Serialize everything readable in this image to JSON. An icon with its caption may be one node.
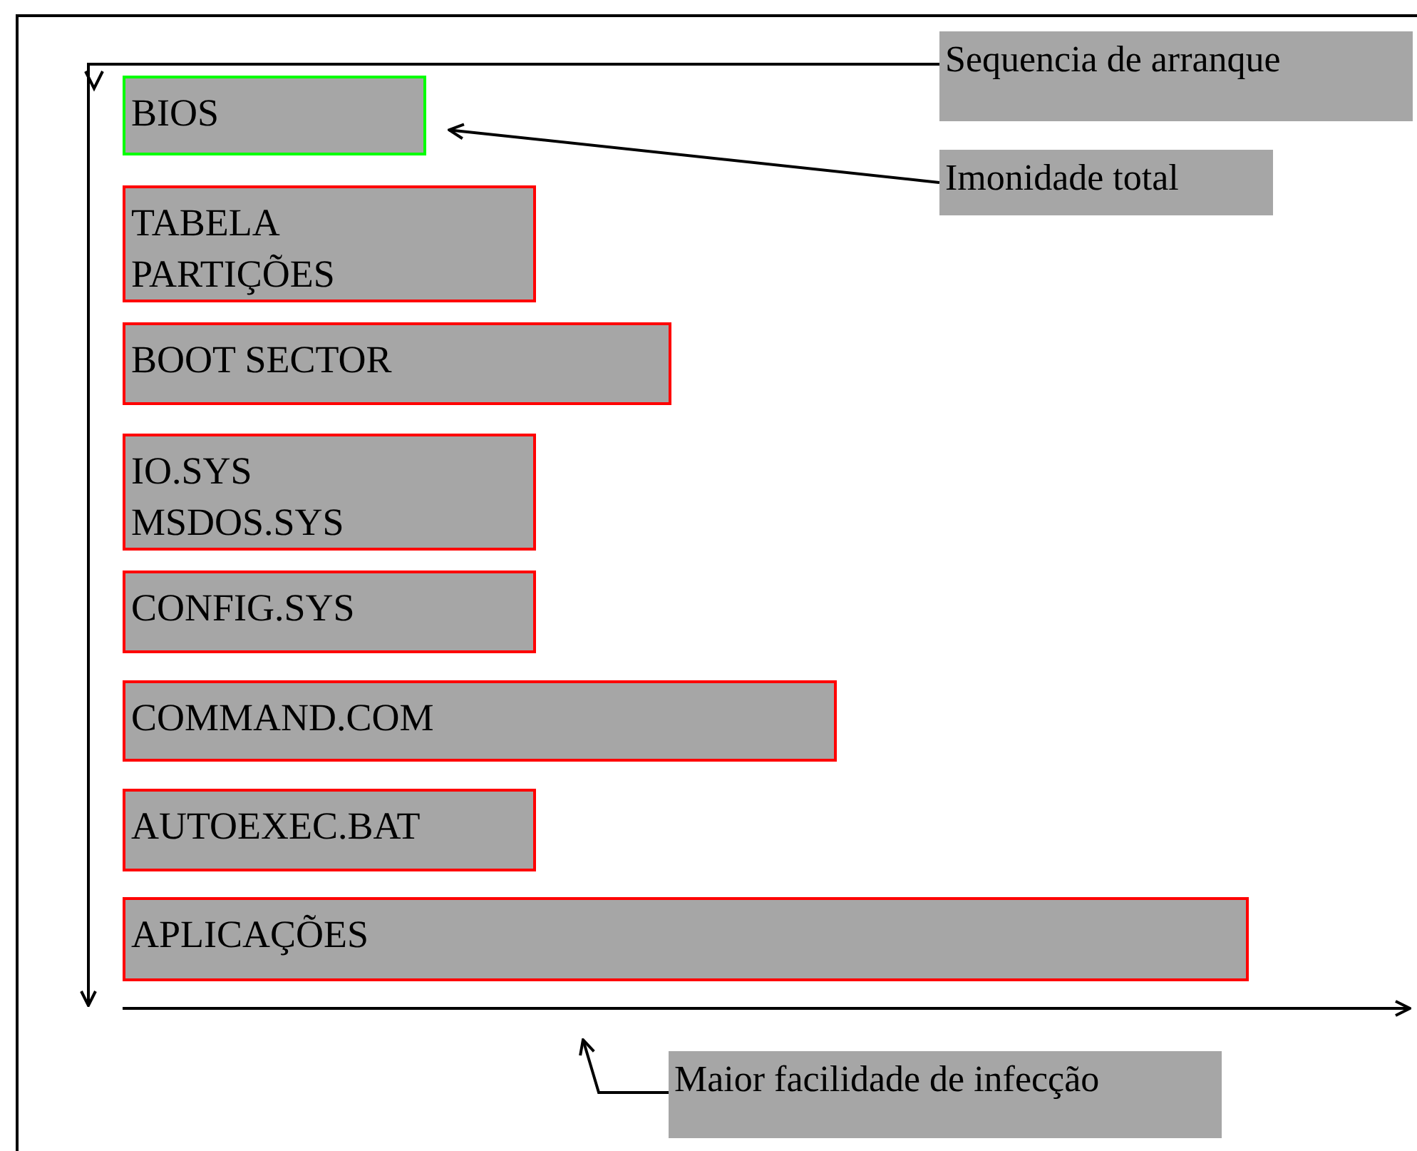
{
  "diagram": {
    "nodes": [
      {
        "text": [
          "BIOS"
        ]
      },
      {
        "text": [
          "TABELA PARTIÇÕES"
        ]
      },
      {
        "text": [
          "BOOT SECTOR"
        ]
      },
      {
        "text": [
          "IO.SYS MSDOS.SYS"
        ]
      },
      {
        "text": [
          "CONFIG.SYS"
        ]
      },
      {
        "text": [
          "COMMAND.COM"
        ]
      },
      {
        "text": [
          "AUTOEXEC.BAT"
        ]
      },
      {
        "text": [
          "APLICAÇÕES"
        ]
      },
      {
        "text": [
          "Sequencia de arranque"
        ]
      },
      {
        "text": [
          "Imonidade total"
        ]
      },
      {
        "text": [
          "Maior facilidade de infecção"
        ]
      }
    ],
    "edges": [
      {
        "from": 9,
        "to": 0,
        "arrow": "to"
      },
      {
        "from": 8,
        "to": null,
        "arrow": "to"
      },
      {
        "from": 10,
        "to": null,
        "arrow": "to"
      }
    ]
  }
}
